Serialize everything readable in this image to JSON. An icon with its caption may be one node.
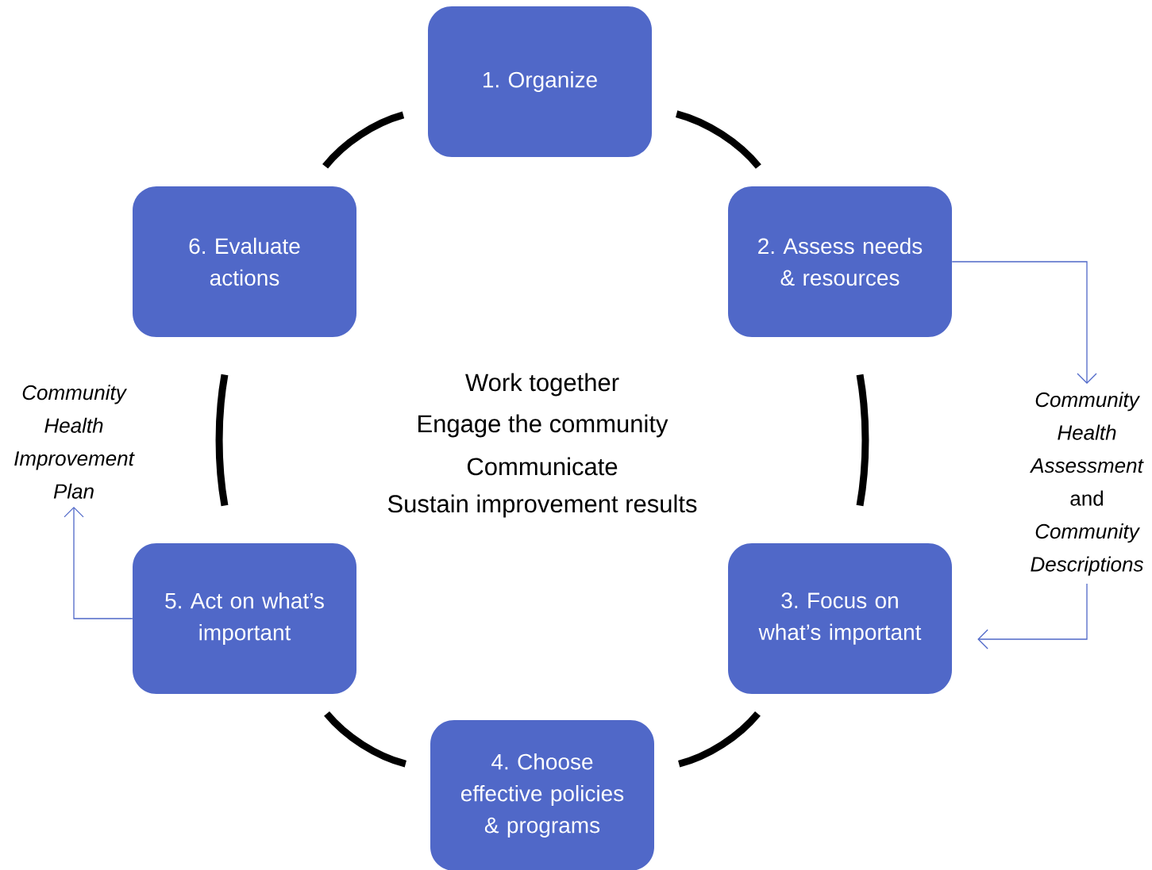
{
  "diagram": {
    "nodes": [
      {
        "text": [
          "1. Organize"
        ]
      },
      {
        "text": [
          "2. Assess needs & resources"
        ]
      },
      {
        "text": [
          "3. Focus on what’s important"
        ]
      },
      {
        "text": [
          "4. Choose effective policies & programs"
        ]
      },
      {
        "text": [
          "5. Act on what’s important"
        ]
      },
      {
        "text": [
          "6. Evaluate actions"
        ]
      },
      {
        "text": [
          "*Community Health Assessment* and *Community Descriptions*"
        ]
      },
      {
        "text": [
          "Community Health Improvement Plan"
        ]
      }
    ],
    "edges": [
      {
        "from": 0,
        "to": 1,
        "arrow": "none"
      },
      {
        "from": 1,
        "to": 2,
        "arrow": "none"
      },
      {
        "from": 2,
        "to": 3,
        "arrow": "none"
      },
      {
        "from": 3,
        "to": 4,
        "arrow": "none"
      },
      {
        "from": 4,
        "to": 5,
        "arrow": "none"
      },
      {
        "from": 5,
        "to": 0,
        "arrow": "none"
      },
      {
        "from": 1,
        "to": 6,
        "arrow": "to",
        "color": "#4f68c8"
      },
      {
        "from": 6,
        "to": 2,
        "arrow": "to",
        "color": "#4f68c8"
      },
      {
        "from": 4,
        "to": 7,
        "arrow": "to",
        "color": "#4f68c8"
      }
    ],
    "labels": [
      "Work together",
      "Engage the community",
      "Communicate",
      "Sustain improvement results"
    ]
  }
}
